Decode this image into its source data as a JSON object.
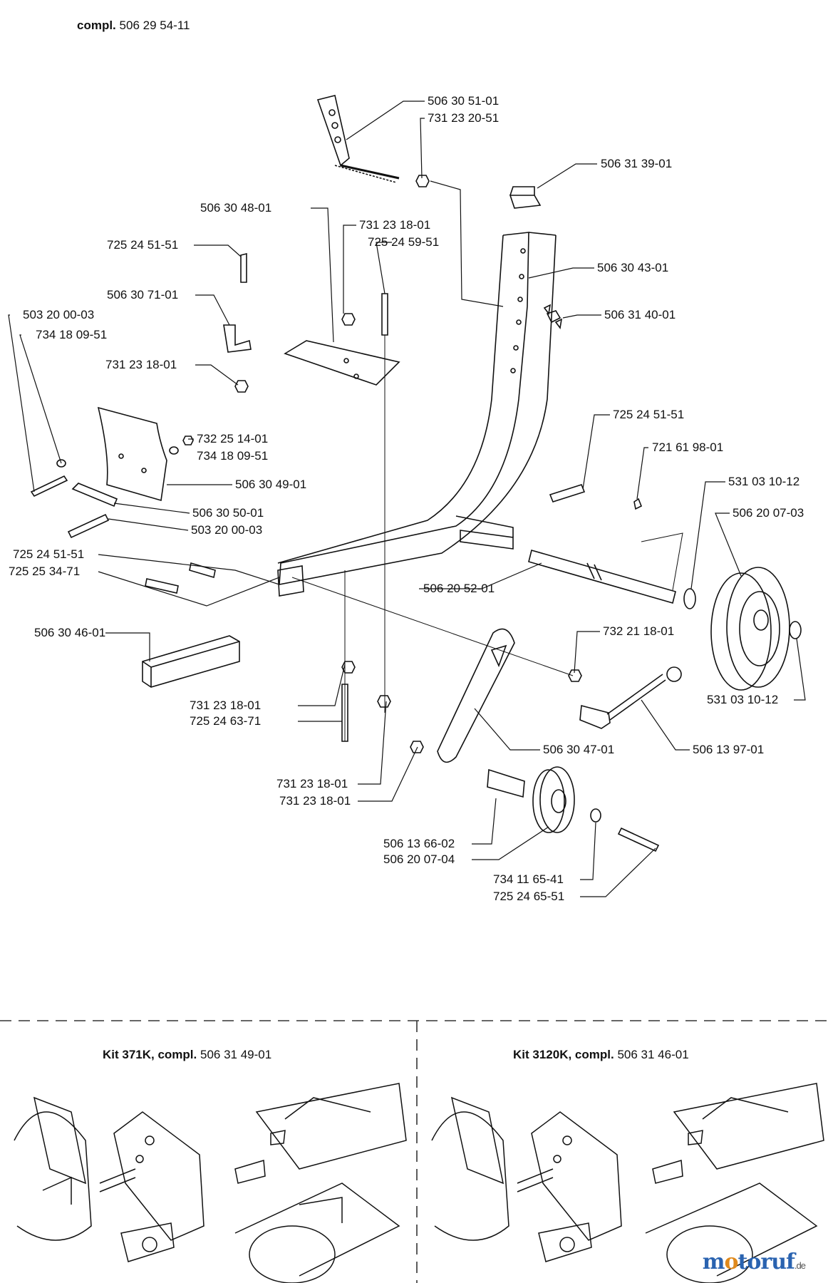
{
  "header": {
    "bold": "compl.",
    "number": "506 29 54-11"
  },
  "parts": [
    "506 30 51-01",
    "731 23 20-51",
    "506 31 39-01",
    "506 30 48-01",
    "731 23 18-01",
    "725 24 59-51",
    "725 24 51-51",
    "506 30 43-01",
    "506 30 71-01",
    "506 31 40-01",
    "503 20 00-03",
    "734 18 09-51",
    "731 23 18-01",
    "725 24 51-51",
    "721 61 98-01",
    "732 25 14-01",
    "734 18 09-51",
    "531 03 10-12",
    "506 30 49-01",
    "506 20 07-03",
    "506 30 50-01",
    "503 20 00-03",
    "725 24 51-51",
    "725 25 34-71",
    "506 20 52-01",
    "732 21 18-01",
    "506 30 46-01",
    "531 03 10-12",
    "731 23 18-01",
    "725 24 63-71",
    "506 30 47-01",
    "506 13 97-01",
    "731 23 18-01",
    "731 23 18-01",
    "506 13 66-02",
    "506 20 07-04",
    "734 11 65-41",
    "725 24 65-51"
  ],
  "kits": [
    {
      "bold": "Kit 371K, compl.",
      "number": "506 31 49-01"
    },
    {
      "bold": "Kit 3120K, compl.",
      "number": "506 31 46-01"
    }
  ],
  "watermark": {
    "m": "m",
    "o": "o",
    "rest": "toruf",
    "suffix": ".de"
  }
}
